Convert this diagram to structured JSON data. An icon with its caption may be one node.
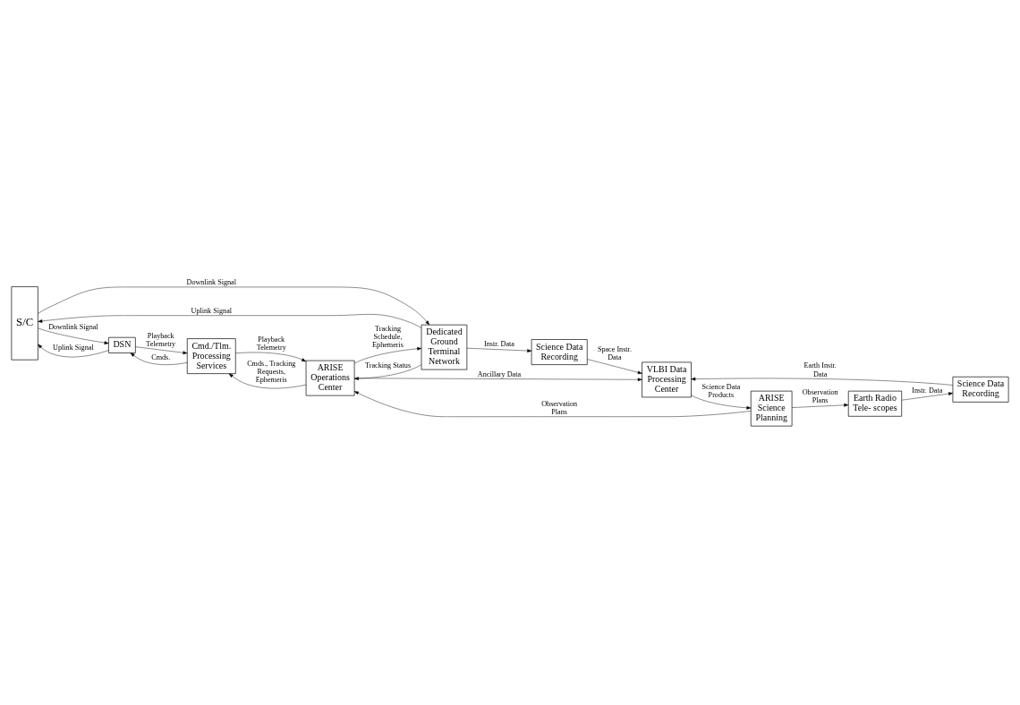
{
  "diagram": {
    "nodes": [
      {
        "text": [
          "S/C"
        ]
      },
      {
        "text": [
          "DSN"
        ]
      },
      {
        "text": [
          "Cmd./Tlm. Processing Services"
        ]
      },
      {
        "text": [
          "ARISE Operations Center"
        ]
      },
      {
        "text": [
          "Dedicated Ground Terminal Network"
        ]
      },
      {
        "text": [
          "Science Data Recording"
        ]
      },
      {
        "text": [
          "VLBI Data Processing Center"
        ]
      },
      {
        "text": [
          "ARISE Science Planning"
        ]
      },
      {
        "text": [
          "Earth Radio Tele- scopes"
        ]
      },
      {
        "text": [
          "Science Data Recording"
        ]
      }
    ],
    "edges": [
      {
        "from": 0,
        "to": 1,
        "arrow": "to",
        "label": "Downlink Signal"
      },
      {
        "from": 1,
        "to": 2,
        "arrow": "to",
        "label": "Playback Telemetry"
      },
      {
        "from": 2,
        "to": 3,
        "arrow": "to",
        "label": "Playback Telemetry"
      },
      {
        "from": 3,
        "to": 2,
        "arrow": "to",
        "label": "Cmds., Tracking Requests, Ephemeris"
      },
      {
        "from": 2,
        "to": 1,
        "arrow": "to",
        "label": "Cmds."
      },
      {
        "from": 1,
        "to": 0,
        "arrow": "to",
        "label": "Uplink Signal"
      },
      {
        "from": 0,
        "to": 4,
        "arrow": "to",
        "label": "Downlink Signal"
      },
      {
        "from": 4,
        "to": 0,
        "arrow": "to",
        "label": "Uplink Signal"
      },
      {
        "from": 3,
        "to": 4,
        "arrow": "to",
        "label": "Tracking Schedule, Ephemeris"
      },
      {
        "from": 4,
        "to": 3,
        "arrow": "to",
        "label": "Tracking Status"
      },
      {
        "from": 4,
        "to": 5,
        "arrow": "to",
        "label": "Instr. Data"
      },
      {
        "from": 5,
        "to": 6,
        "arrow": "to",
        "label": "Space Instr. Data"
      },
      {
        "from": 3,
        "to": 6,
        "arrow": "to",
        "label": "Ancillary Data"
      },
      {
        "from": 6,
        "to": 7,
        "arrow": "to",
        "label": "Science Data Products"
      },
      {
        "from": 7,
        "to": 3,
        "arrow": "to",
        "label": "Observation Plans"
      },
      {
        "from": 8,
        "to": 9,
        "arrow": "to",
        "label": "Instr. Data"
      },
      {
        "from": 9,
        "to": 6,
        "arrow": "to",
        "label": "Earth Instr. Data"
      },
      {
        "from": 7,
        "to": 8,
        "arrow": "to",
        "label": "Observation Plans"
      }
    ]
  }
}
